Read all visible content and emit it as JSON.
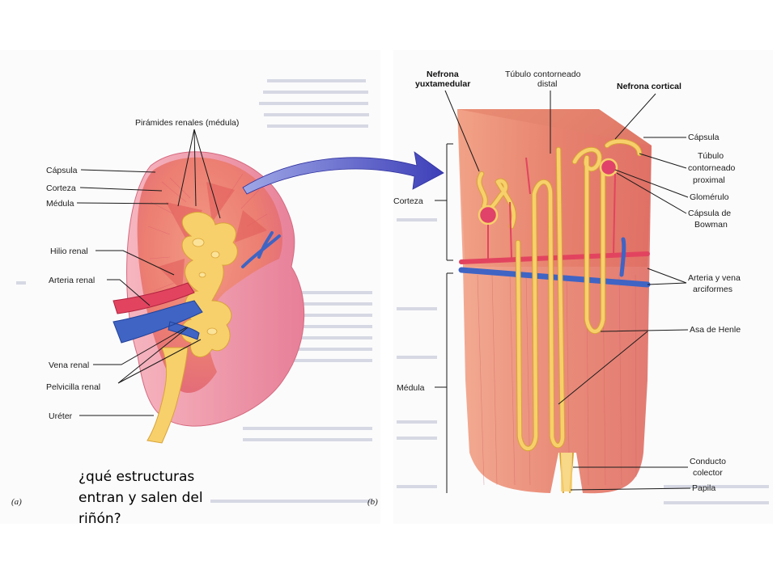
{
  "panel_a": {
    "letter": "(a)",
    "labels": {
      "piramides": "Pirámides renales (médula)",
      "capsula": "Cápsula",
      "corteza": "Corteza",
      "medula": "Médula",
      "hilio": "Hilio renal",
      "arteria": "Arteria renal",
      "vena": "Vena renal",
      "pelvicilla": "Pelvicilla renal",
      "ureter": "Uréter"
    }
  },
  "panel_b": {
    "letter": "(b)",
    "labels": {
      "nefrona_yuxta_1": "Nefrona",
      "nefrona_yuxta_2": "yuxtamedular",
      "tubulo_distal_1": "Túbulo contorneado",
      "tubulo_distal_2": "distal",
      "nefrona_cortical": "Nefrona cortical",
      "capsula": "Cápsula",
      "tubulo_prox_1": "Túbulo",
      "tubulo_prox_2": "contorneado",
      "tubulo_prox_3": "proximal",
      "glomerulo": "Glomérulo",
      "bowman_1": "Cápsula de",
      "bowman_2": "Bowman",
      "arteria_vena_1": "Arteria y vena",
      "arteria_vena_2": "arciformes",
      "asa_henle": "Asa de Henle",
      "corteza": "Corteza",
      "medula": "Médula",
      "conducto_1": "Conducto",
      "conducto_2": "colector",
      "papila": "Papila"
    }
  },
  "caption": {
    "line1": "¿qué estructuras",
    "line2": "entran y salen del",
    "line3": "riñón?"
  }
}
